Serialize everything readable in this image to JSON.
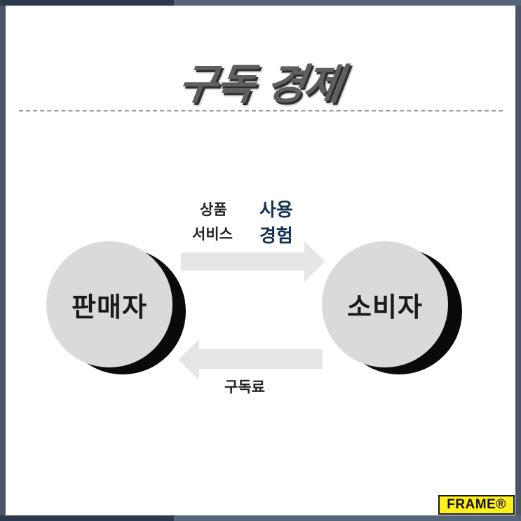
{
  "title": "구독 경제",
  "nodes": {
    "seller": "판매자",
    "consumer": "소비자"
  },
  "top_flow": {
    "item1": "상품",
    "item2": "서비스",
    "value1": "사용",
    "value2": "경험"
  },
  "bottom_flow": {
    "label": "구독료"
  },
  "brand": "FRAME®",
  "colors": {
    "circle": "#dadada",
    "arrow": "#e6e6e6",
    "accent_text": "#16324f",
    "badge": "#ffef1a"
  }
}
